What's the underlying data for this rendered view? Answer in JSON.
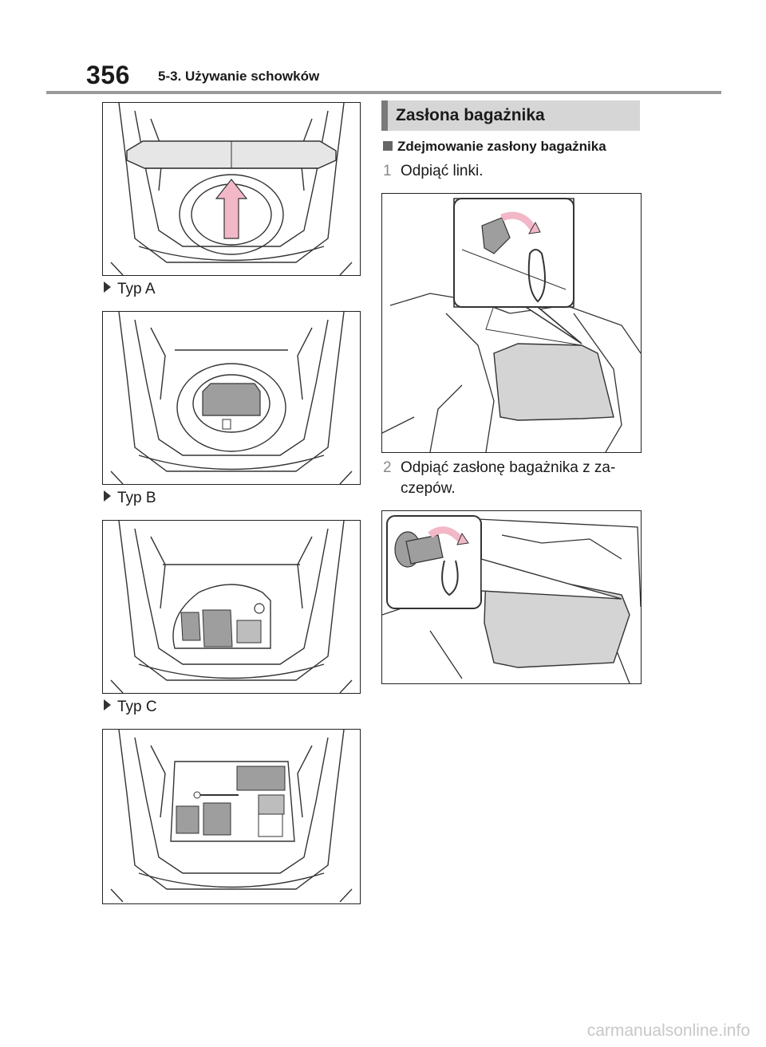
{
  "header": {
    "page_number": "356",
    "section_title": "5-3. Używanie schowków"
  },
  "left_column": {
    "captions": [
      "Typ A",
      "Typ B",
      "Typ C"
    ]
  },
  "right_column": {
    "topic_title": "Zasłona bagażnika",
    "subheading": "Zdejmowanie zasłony bagażnika",
    "steps": [
      {
        "number": "1",
        "line1": "Odpiąć linki.",
        "line2": ""
      },
      {
        "number": "2",
        "line1": "Odpiąć zasłonę bagażnika z za-",
        "line2": "czepów."
      }
    ]
  },
  "colors": {
    "highlight_arrow": "#f2b8c8",
    "cover_fill": "#d4d4d4",
    "topic_bar": "#7a7a7a"
  },
  "watermark": "carmanualsonline.info"
}
